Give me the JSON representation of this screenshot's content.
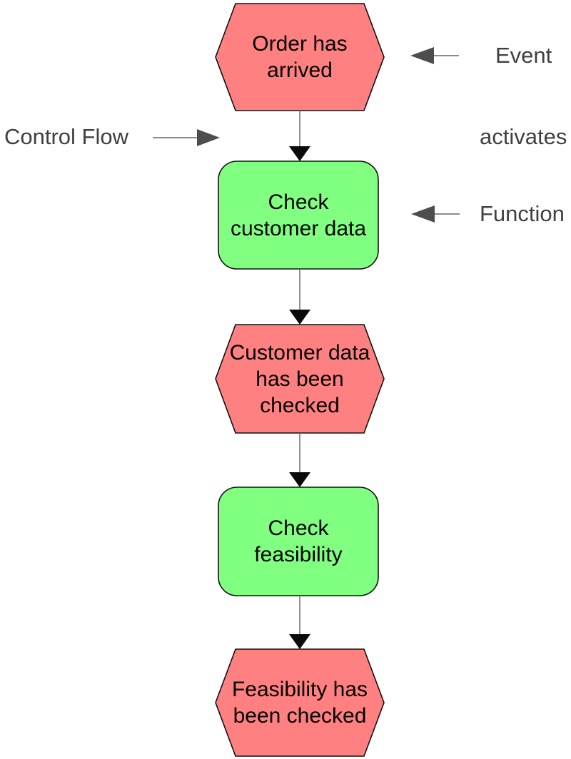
{
  "diagram": {
    "kind": "event-driven-process-chain",
    "nodes": [
      {
        "id": "event-order-arrived",
        "type": "event",
        "label": "Order has\narrived"
      },
      {
        "id": "function-check-customer-data",
        "type": "function",
        "label": "Check\ncustomer data"
      },
      {
        "id": "event-customer-data-checked",
        "type": "event",
        "label": "Customer data\nhas been\nchecked"
      },
      {
        "id": "function-check-feasibility",
        "type": "function",
        "label": "Check\nfeasibility"
      },
      {
        "id": "event-feasibility-checked",
        "type": "event",
        "label": "Feasibility has\nbeen checked"
      }
    ],
    "annotations": {
      "event_label": "Event",
      "function_label": "Function",
      "control_flow_label": "Control Flow",
      "activates_label": "activates"
    },
    "colors": {
      "background": "#FFFFFF",
      "event_fill": "#FF8080",
      "function_fill": "#80FF80",
      "shape_stroke": "#111111",
      "node_text": "#000000",
      "flow_line": "#707070",
      "flow_arrowhead": "#0A0A0A",
      "annotation_text": "#404040",
      "annotation_line": "#8C8C8C",
      "annotation_arrowhead": "#4D4D4D"
    }
  }
}
